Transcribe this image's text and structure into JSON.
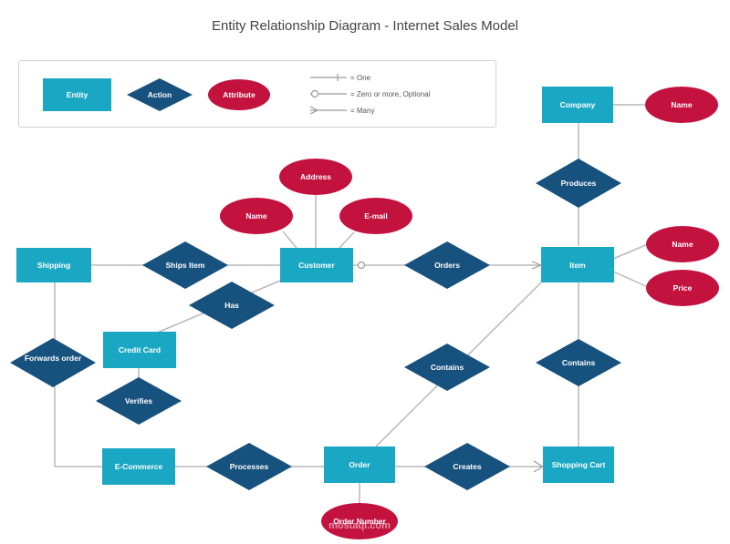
{
  "title": "Entity Relationship Diagram - Internet Sales Model",
  "colors": {
    "entity": "#1aa7c4",
    "relation": "#17517e",
    "attribute": "#c4123f",
    "line": "#b9b9b9"
  },
  "legend": {
    "entity": "Entity",
    "action": "Action",
    "attribute": "Attribute",
    "one": "= One",
    "zero_or_more": "= Zero or more, Optional",
    "many": "= Many"
  },
  "entities": {
    "company": "Company",
    "shipping": "Shipping",
    "customer": "Customer",
    "item": "Item",
    "credit_card": "Credit Card",
    "ecommerce": "E-Commerce",
    "order": "Order",
    "shopping_cart": "Shopping Cart"
  },
  "relations": {
    "produces": "Produces",
    "ships_item": "Ships Item",
    "orders": "Orders",
    "has": "Has",
    "forwards_order": "Forwards order",
    "verifies": "Verifies",
    "contains_order": "Contains",
    "contains_cart": "Contains",
    "processes": "Processes",
    "creates": "Creates"
  },
  "attributes": {
    "company_name": "Name",
    "address": "Address",
    "customer_name": "Name",
    "email": "E-mail",
    "item_name": "Name",
    "price": "Price",
    "order_number": "Order Number"
  },
  "watermark": "mostaql.com"
}
